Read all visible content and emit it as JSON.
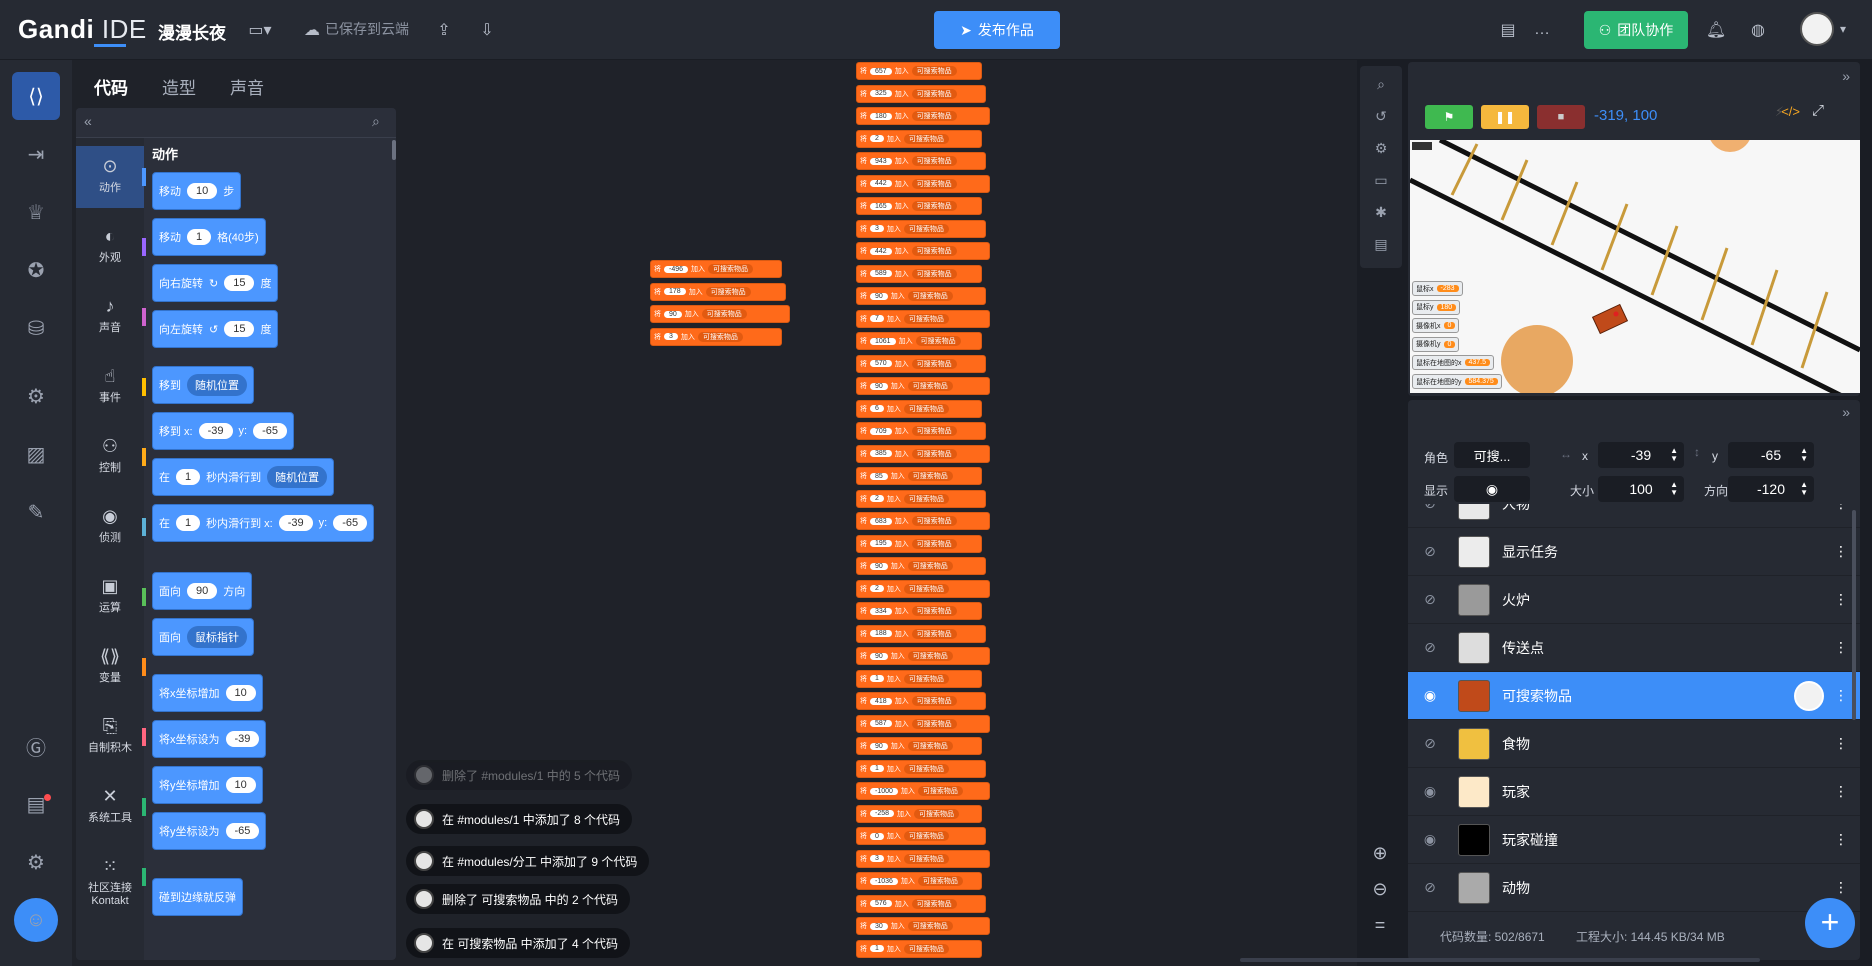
{
  "header": {
    "logo_bold": "Gandi",
    "logo_rest": "IDE",
    "project_name": "漫漫长夜",
    "save_status": "已保存到云端",
    "publish_label": "发布作品",
    "team_label": "团队协作"
  },
  "code_tabs": [
    "代码",
    "造型",
    "声音"
  ],
  "categories": [
    {
      "label": "动作",
      "icon": "motion-icon",
      "glyph": "⊙",
      "color": "#4c97ff"
    },
    {
      "label": "外观",
      "icon": "looks-icon",
      "glyph": "◐",
      "color": "#9966ff"
    },
    {
      "label": "声音",
      "icon": "sound-icon",
      "glyph": "♪",
      "color": "#cf63cf"
    },
    {
      "label": "事件",
      "icon": "events-icon",
      "glyph": "☝",
      "color": "#ffbf00"
    },
    {
      "label": "控制",
      "icon": "control-icon",
      "glyph": "⚇",
      "color": "#ffab19"
    },
    {
      "label": "侦测",
      "icon": "sensing-icon",
      "glyph": "◉",
      "color": "#5cb1d6"
    },
    {
      "label": "运算",
      "icon": "operators-icon",
      "glyph": "▣",
      "color": "#59c059"
    },
    {
      "label": "变量",
      "icon": "variables-icon",
      "glyph": "⟪⟫",
      "color": "#ff8c1a"
    },
    {
      "label": "自制积木",
      "icon": "my-blocks-icon",
      "glyph": "⎘",
      "color": "#ff6680"
    },
    {
      "label": "系统工具",
      "icon": "tools-icon",
      "glyph": "✕",
      "color": "#2bb673"
    },
    {
      "label": "社区连接 Kontakt",
      "icon": "community-icon",
      "glyph": "⁙",
      "color": "#2bb673"
    }
  ],
  "palette": {
    "section_title": "动作",
    "move": {
      "pre": "移动",
      "val": "10",
      "post": "步"
    },
    "move_grid": {
      "pre": "移动",
      "val": "1",
      "post": "格(40步)"
    },
    "turn_right": {
      "pre": "向右旋转",
      "val": "15",
      "post": "度"
    },
    "turn_left": {
      "pre": "向左旋转",
      "val": "15",
      "post": "度"
    },
    "goto": {
      "pre": "移到",
      "drop": "随机位置"
    },
    "goto_xy": {
      "pre": "移到 x:",
      "x": "-39",
      "ylbl": "y:",
      "y": "-65"
    },
    "glide": {
      "pre": "在",
      "val": "1",
      "mid": "秒内滑行到",
      "drop": "随机位置"
    },
    "glide_xy": {
      "pre": "在",
      "val": "1",
      "mid": "秒内滑行到 x:",
      "x": "-39",
      "ylbl": "y:",
      "y": "-65"
    },
    "point_dir": {
      "pre": "面向",
      "val": "90",
      "post": "方向"
    },
    "point_towards": {
      "pre": "面向",
      "drop": "鼠标指针"
    },
    "change_x": {
      "pre": "将x坐标增加",
      "val": "10"
    },
    "set_x": {
      "pre": "将x坐标设为",
      "val": "-39"
    },
    "change_y": {
      "pre": "将y坐标增加",
      "val": "10"
    },
    "set_y": {
      "pre": "将y坐标设为",
      "val": "-65"
    },
    "bounce": {
      "pre": "碰到边缘就反弹"
    }
  },
  "script_small": [
    "-496",
    "178",
    "90",
    "3"
  ],
  "script_big": [
    "657",
    "325",
    "180",
    "2",
    "943",
    "442",
    "165",
    "3",
    "442",
    "589",
    "90",
    "7",
    "1061",
    "570",
    "90",
    "6",
    "709",
    "385",
    "85",
    "2",
    "683",
    "195",
    "90",
    "2",
    "334",
    "188",
    "90",
    "1",
    "418",
    "587",
    "90",
    "1",
    "-1000",
    "-258",
    "0",
    "3",
    "-1036",
    "576",
    "30",
    "1"
  ],
  "block_word_insert": "加入",
  "block_word_list": "可搜索物品",
  "block_word_to": "将",
  "activity": [
    "删除了 #modules/1 中的 5 个代码",
    "在 #modules/1 中添加了 8 个代码",
    "在 #modules/分工 中添加了 9 个代码",
    "删除了 可搜索物品 中的 2 个代码",
    "在 可搜索物品 中添加了 4 个代码"
  ],
  "stage": {
    "coords": "-319, 100",
    "monitors": [
      {
        "label": "鼠标x",
        "value": "-283"
      },
      {
        "label": "鼠标y",
        "value": "180"
      },
      {
        "label": "摄像机x",
        "value": "0"
      },
      {
        "label": "摄像机y",
        "value": "0"
      },
      {
        "label": "鼠标在地图的x",
        "value": "437.5"
      },
      {
        "label": "鼠标在地图的y",
        "value": "584.375"
      }
    ]
  },
  "sprite_props": {
    "role_label": "角色",
    "role_name": "可搜...",
    "x_label": "x",
    "x_value": "-39",
    "y_label": "y",
    "y_value": "-65",
    "show_label": "显示",
    "size_label": "大小",
    "size_value": "100",
    "dir_label": "方向",
    "dir_value": "-120"
  },
  "sprites": [
    {
      "name": "人物",
      "visible": false,
      "thumb": "#e8e8e8"
    },
    {
      "name": "显示任务",
      "visible": false,
      "thumb": "#ececec"
    },
    {
      "name": "火炉",
      "visible": false,
      "thumb": "#9a9a9a"
    },
    {
      "name": "传送点",
      "visible": false,
      "thumb": "#dddddd"
    },
    {
      "name": "可搜索物品",
      "visible": true,
      "thumb": "#c04a1a",
      "selected": true
    },
    {
      "name": "食物",
      "visible": false,
      "thumb": "#f0c040"
    },
    {
      "name": "玩家",
      "visible": true,
      "thumb": "#fde9c8"
    },
    {
      "name": "玩家碰撞",
      "visible": true,
      "thumb": "#000000"
    },
    {
      "name": "动物",
      "visible": false,
      "thumb": "#aaaaaa"
    }
  ],
  "footer": {
    "code_count": "代码数量: 502/8671",
    "project_size": "工程大小: 144.45 KB/34 MB"
  }
}
